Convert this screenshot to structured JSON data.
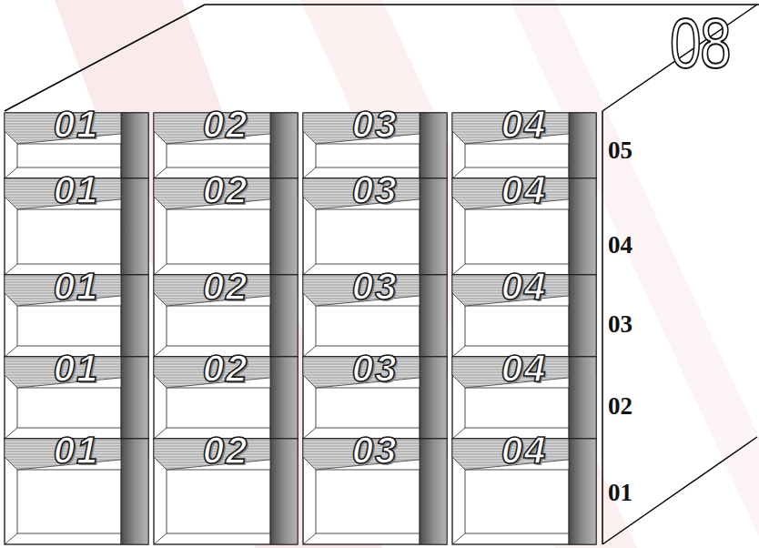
{
  "diagram": {
    "nodes": [
      {
        "text": [
          "01"
        ]
      },
      {
        "text": [
          "02"
        ]
      },
      {
        "text": [
          "03"
        ]
      },
      {
        "text": [
          "04"
        ]
      },
      {
        "text": [
          "01"
        ]
      },
      {
        "text": [
          "02"
        ]
      },
      {
        "text": [
          "03"
        ]
      },
      {
        "text": [
          "04"
        ]
      },
      {
        "text": [
          "01"
        ]
      },
      {
        "text": [
          "02"
        ]
      },
      {
        "text": [
          "03"
        ]
      },
      {
        "text": [
          "04"
        ]
      },
      {
        "text": [
          "01"
        ]
      },
      {
        "text": [
          "02"
        ]
      },
      {
        "text": [
          "03"
        ]
      },
      {
        "text": [
          "04"
        ]
      },
      {
        "text": [
          "01"
        ]
      },
      {
        "text": [
          "02"
        ]
      },
      {
        "text": [
          "03"
        ]
      },
      {
        "text": [
          "04"
        ]
      }
    ],
    "labels": [
      "08",
      "05",
      "04",
      "03",
      "02",
      "01"
    ]
  }
}
